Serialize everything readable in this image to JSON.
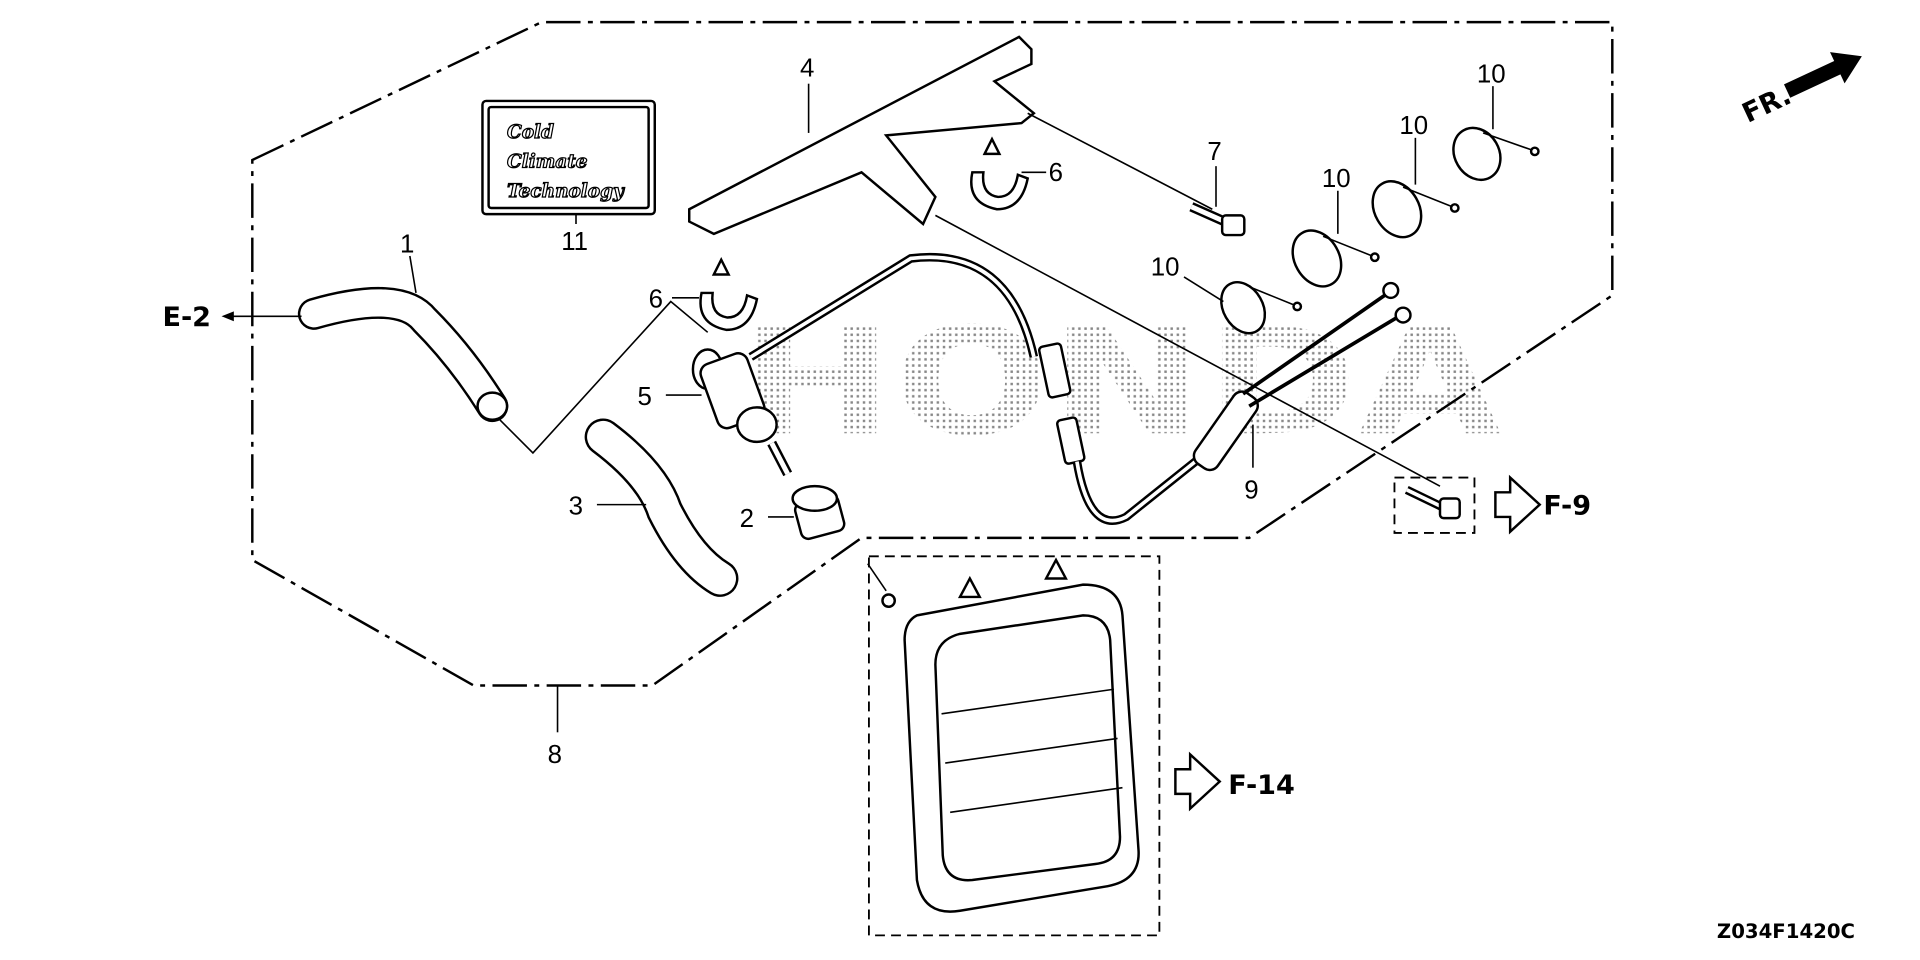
{
  "diagram": {
    "watermark": "HONDA",
    "front_indicator": "FR.",
    "drawing_code": "Z034F1420C",
    "plate_text": [
      "Cold",
      "Climate",
      "Technology"
    ],
    "callouts": {
      "p1": "1",
      "p2": "2",
      "p3": "3",
      "p4": "4",
      "p5": "5",
      "p6a": "6",
      "p6b": "6",
      "p7": "7",
      "p8": "8",
      "p9": "9",
      "p10a": "10",
      "p10b": "10",
      "p10c": "10",
      "p10d": "10",
      "p11": "11"
    },
    "references": {
      "e2": "E-2",
      "f9": "F-9",
      "f14": "F-14"
    }
  }
}
